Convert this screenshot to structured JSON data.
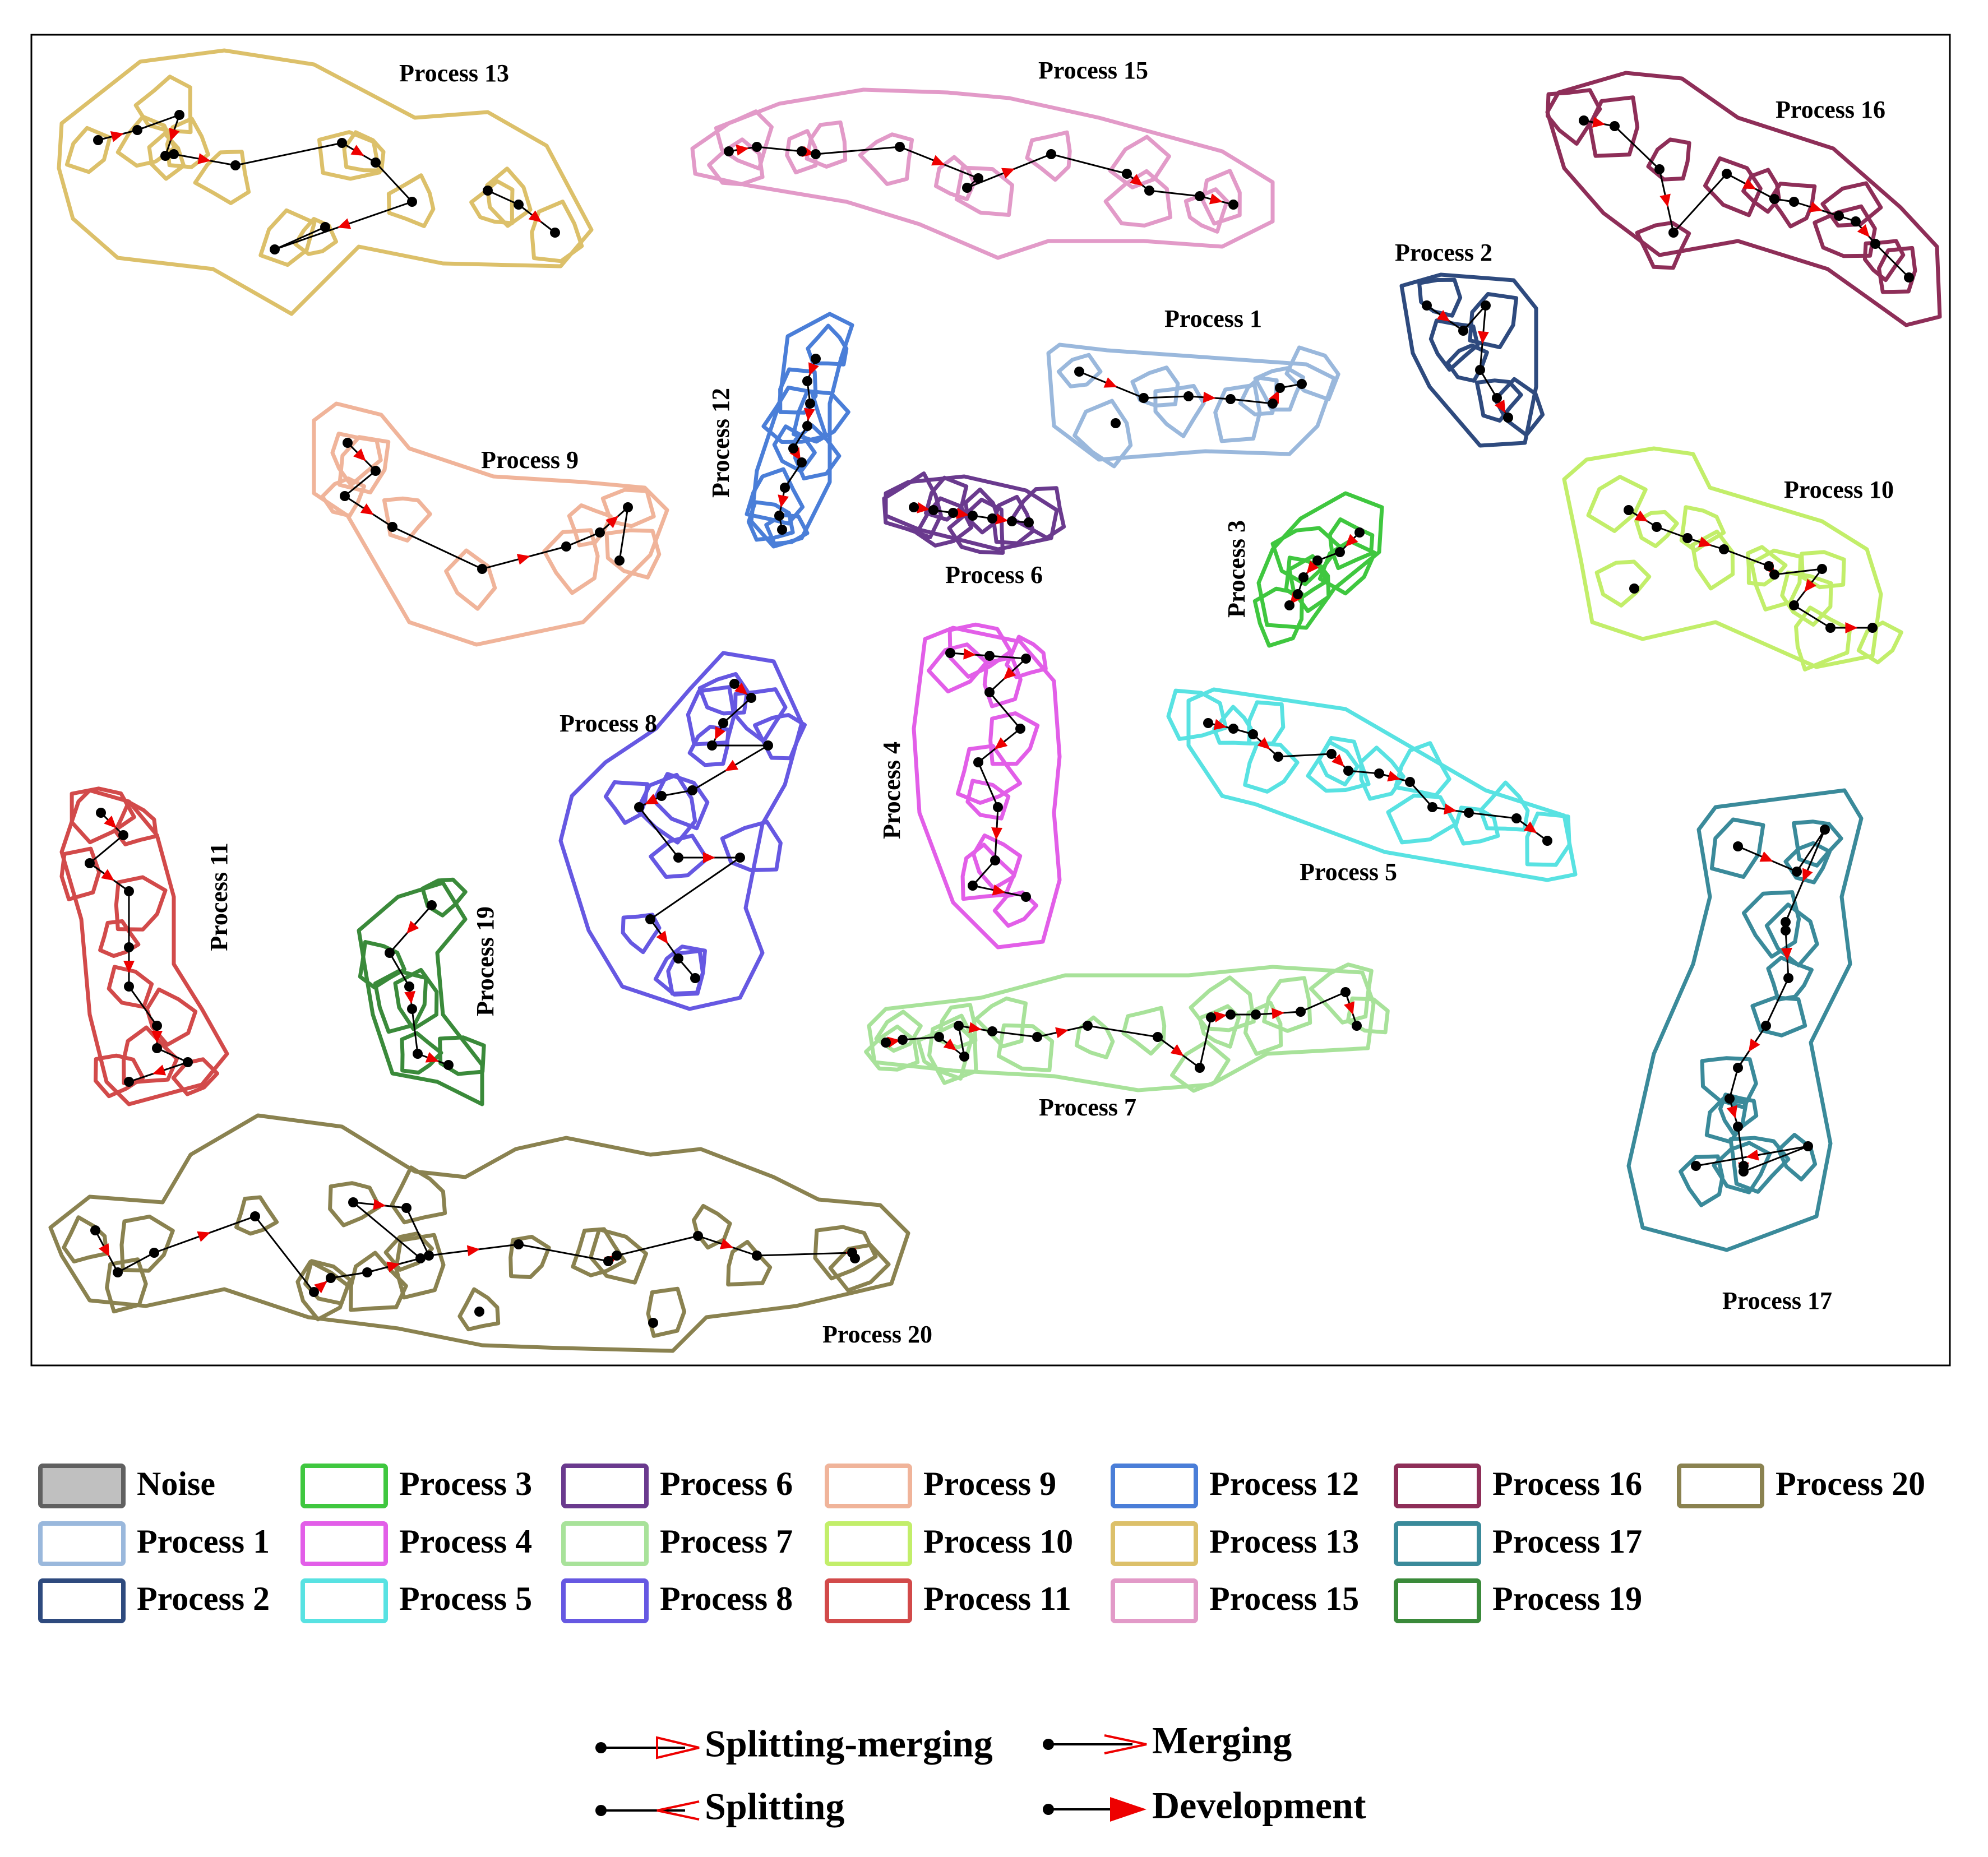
{
  "processes": [
    {
      "label": "Process 1",
      "color": "#9ab8dc"
    },
    {
      "label": "Process 2",
      "color": "#2e4a7e"
    },
    {
      "label": "Process 3",
      "color": "#3fc73f"
    },
    {
      "label": "Process 4",
      "color": "#e25ee8"
    },
    {
      "label": "Process 5",
      "color": "#58e2e2"
    },
    {
      "label": "Process 6",
      "color": "#6a3a8e"
    },
    {
      "label": "Process 7",
      "color": "#a8e29a"
    },
    {
      "label": "Process 8",
      "color": "#6658e2"
    },
    {
      "label": "Process 9",
      "color": "#f0b49a"
    },
    {
      "label": "Process 10",
      "color": "#c2ee6a"
    },
    {
      "label": "Process 11",
      "color": "#d24a4a"
    },
    {
      "label": "Process 12",
      "color": "#4a7ed8"
    },
    {
      "label": "Process 13",
      "color": "#dcc06a"
    },
    {
      "label": "Process 15",
      "color": "#e29ac8"
    },
    {
      "label": "Process 16",
      "color": "#8e2e58"
    },
    {
      "label": "Process 17",
      "color": "#3a8a9a"
    },
    {
      "label": "Process 19",
      "color": "#3a8a3a"
    },
    {
      "label": "Process 20",
      "color": "#8a8250"
    }
  ],
  "legend": {
    "noise": {
      "label": "Noise",
      "color": "#c0c0c0"
    },
    "columns": [
      [
        "Noise",
        "Process 1",
        "Process 2"
      ],
      [
        "Process 3",
        "Process 4",
        "Process 5"
      ],
      [
        "Process 6",
        "Process 7",
        "Process 8"
      ],
      [
        "Process 9",
        "Process 10",
        "Process 11"
      ],
      [
        "Process 12",
        "Process 13",
        "Process 15"
      ],
      [
        "Process 16",
        "Process 17",
        "Process 19"
      ],
      [
        "Process 20"
      ]
    ]
  },
  "symbols": {
    "splitting_merging": "Splitting-merging",
    "merging": "Merging",
    "splitting": "Splitting",
    "development": "Development"
  },
  "colors": {
    "development_arrow": "#ee0000",
    "track_line": "#000000",
    "frame": "#000000"
  }
}
